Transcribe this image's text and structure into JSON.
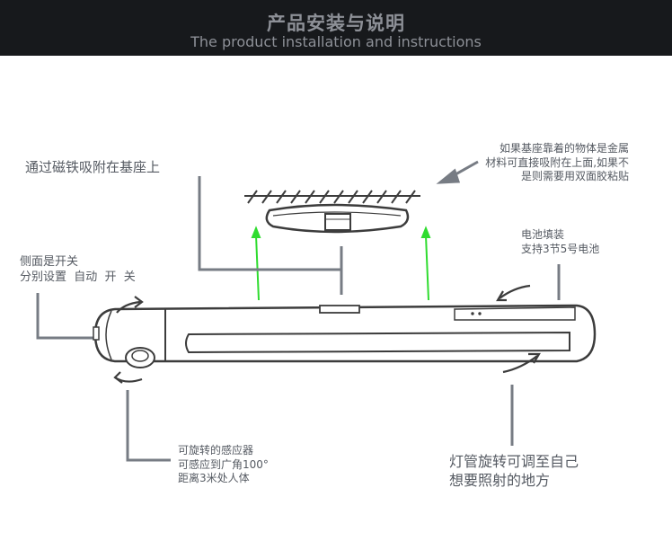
{
  "header": {
    "title": "产品安装与说明",
    "subtitle": "The product installation and instructions"
  },
  "labels": {
    "magnet": "通过磁铁吸附在基座上",
    "adhesive": [
      "如果基座靠着的物体是金属",
      "材料可直接吸附在上面,如果不",
      "是则需要用双面胶粘贴"
    ],
    "battery": [
      "电池填装",
      "支持3节5号电池"
    ],
    "switch": [
      "侧面是开关",
      "分别设置  自动  开  关"
    ],
    "sensor": [
      "可旋转的感应器",
      "可感应到广角100°",
      "距离3米处人体"
    ],
    "rotate": [
      "灯管旋转可调至自己",
      "想要照射的地方"
    ]
  },
  "colors": {
    "banner": "#17191c",
    "callout": "#777c84",
    "green_arrow": "#2fdc2f",
    "outline": "#3c3c3c"
  }
}
